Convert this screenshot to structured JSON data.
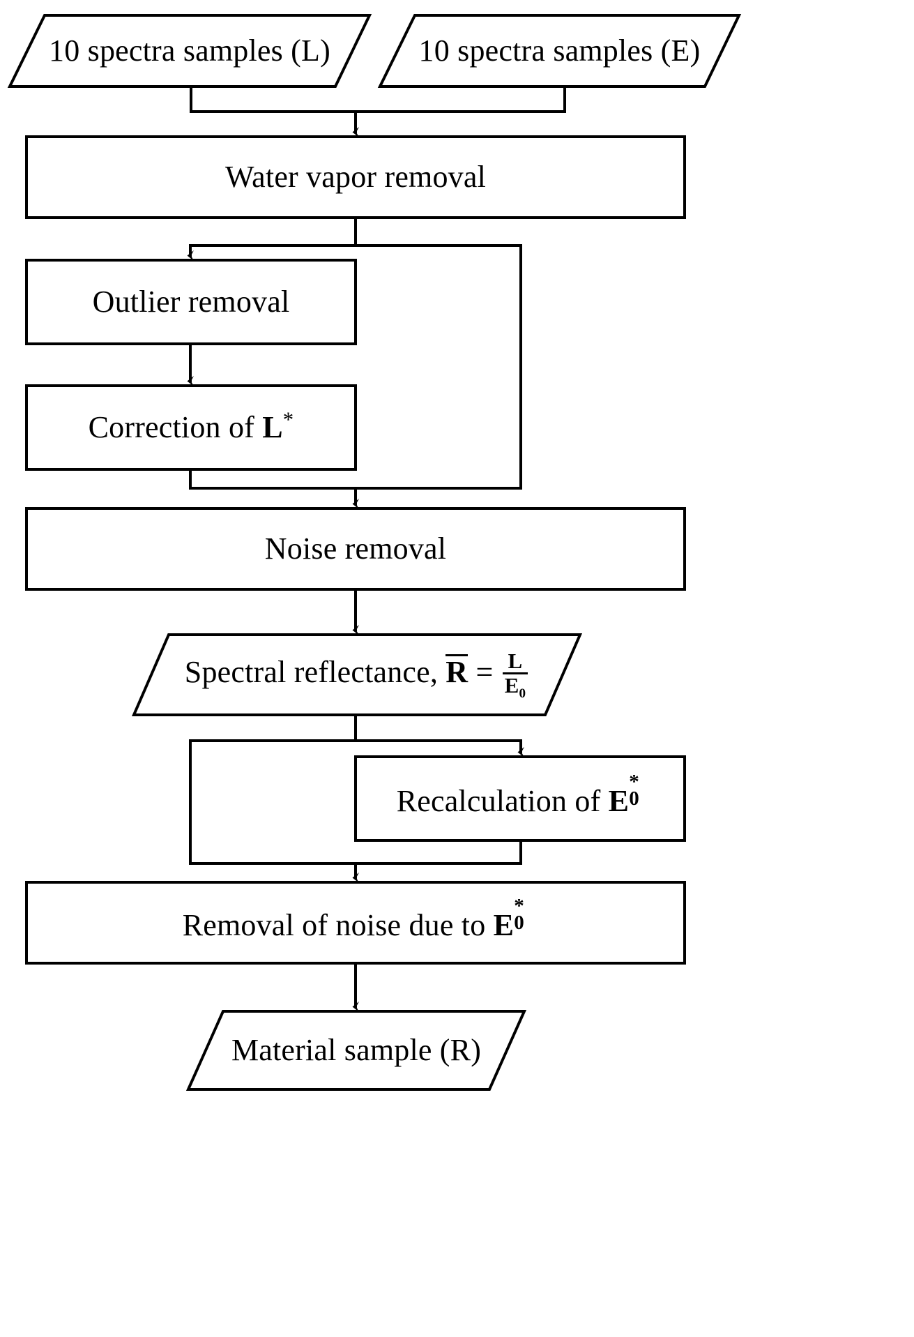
{
  "diagram": {
    "title": "Spectral reflectance processing flowchart",
    "stroke_color": "#000000",
    "fill_color": "#ffffff",
    "nodes": [
      {
        "id": "input-l",
        "shape": "parallelogram",
        "label": "10 spectra samples (L)"
      },
      {
        "id": "input-e",
        "shape": "parallelogram",
        "label": "10 spectra samples (E)"
      },
      {
        "id": "water-vapor-removal",
        "shape": "rectangle",
        "label": "Water vapor removal"
      },
      {
        "id": "outlier-removal",
        "shape": "rectangle",
        "label": "Outlier removal"
      },
      {
        "id": "correction-of-l",
        "shape": "rectangle",
        "label": "Correction of L*",
        "label_prefix": "Correction of ",
        "symbol": "L",
        "symbol_sup": "*"
      },
      {
        "id": "noise-removal",
        "shape": "rectangle",
        "label": "Noise removal"
      },
      {
        "id": "spectral-reflectance",
        "shape": "parallelogram",
        "label": "Spectral reflectance, R = L / E0",
        "label_prefix": "Spectral reflectance, ",
        "symbol": "R",
        "symbol_overline": true,
        "equals": "=",
        "numerator": "L",
        "denominator": "E",
        "denominator_sub": "0"
      },
      {
        "id": "recalculation-e0",
        "shape": "rectangle",
        "label": "Recalculation of E0*",
        "label_prefix": "Recalculation of ",
        "symbol": "E",
        "symbol_sup": "*",
        "symbol_sub": "0"
      },
      {
        "id": "removal-noise-e0",
        "shape": "rectangle",
        "label": "Removal of noise due to E0*",
        "label_prefix": "Removal of noise due to ",
        "symbol": "E",
        "symbol_sup": "*",
        "symbol_sub": "0"
      },
      {
        "id": "material-sample",
        "shape": "parallelogram",
        "label": "Material sample (R)"
      }
    ],
    "edges": [
      {
        "from": "input-l",
        "to": "water-vapor-removal",
        "type": "merge"
      },
      {
        "from": "input-e",
        "to": "water-vapor-removal",
        "type": "merge"
      },
      {
        "from": "water-vapor-removal",
        "to": "outlier-removal",
        "type": "branch"
      },
      {
        "from": "water-vapor-removal",
        "to": "noise-removal",
        "type": "bypass"
      },
      {
        "from": "outlier-removal",
        "to": "correction-of-l",
        "type": "straight"
      },
      {
        "from": "correction-of-l",
        "to": "noise-removal",
        "type": "merge"
      },
      {
        "from": "noise-removal",
        "to": "spectral-reflectance",
        "type": "straight"
      },
      {
        "from": "spectral-reflectance",
        "to": "recalculation-e0",
        "type": "branch"
      },
      {
        "from": "spectral-reflectance",
        "to": "removal-noise-e0",
        "type": "bypass"
      },
      {
        "from": "recalculation-e0",
        "to": "removal-noise-e0",
        "type": "merge"
      },
      {
        "from": "removal-noise-e0",
        "to": "material-sample",
        "type": "straight"
      }
    ]
  }
}
